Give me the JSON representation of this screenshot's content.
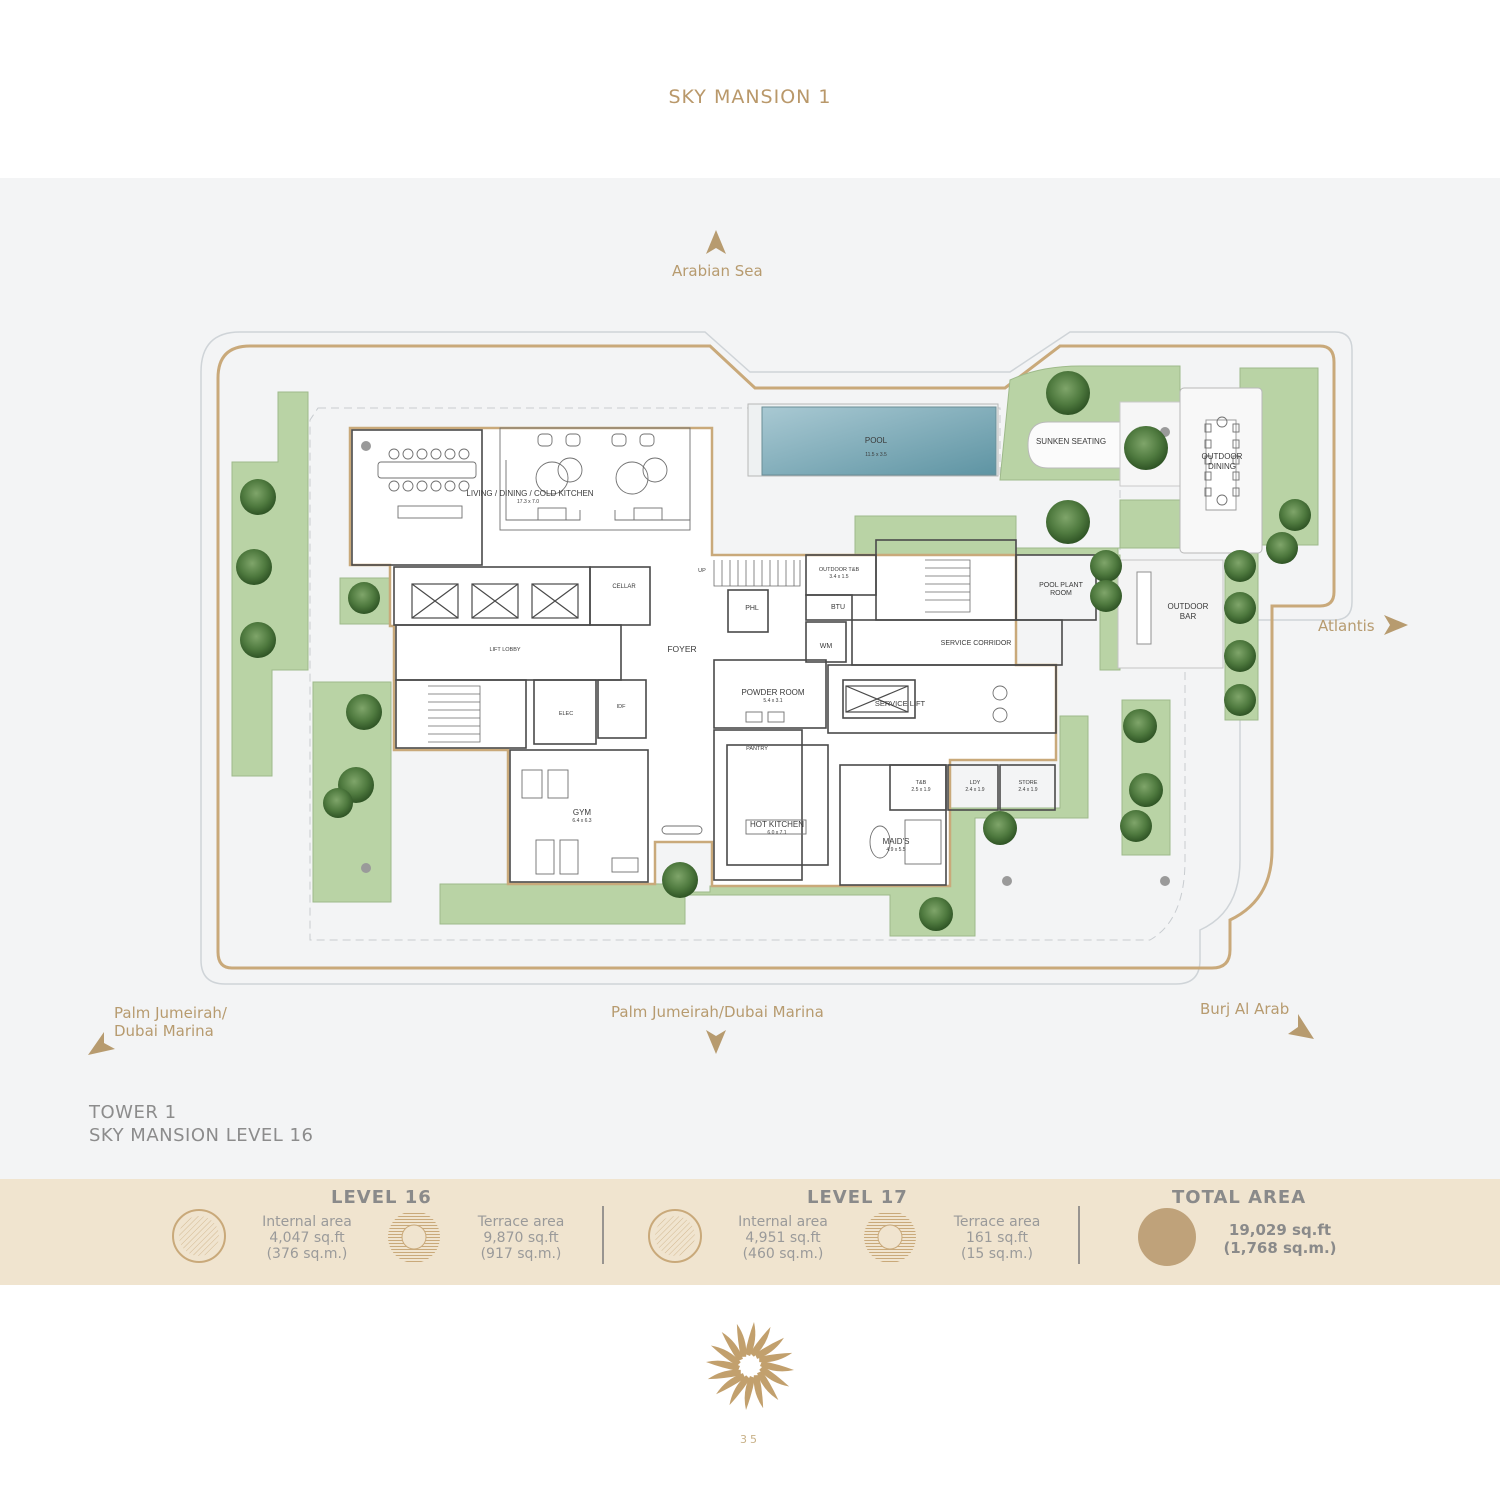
{
  "page": {
    "title": "SKY MANSION 1",
    "page_number": "35",
    "accent_color": "#b79b6f",
    "band_color": "#f0e4cf"
  },
  "directions": {
    "north": "Arabian Sea",
    "east": "Atlantis",
    "south": "Palm Jumeirah/Dubai Marina",
    "southwest_line1": "Palm Jumeirah/",
    "southwest_line2": "Dubai Marina",
    "southeast": "Burj Al Arab"
  },
  "tower": {
    "line1": "TOWER 1",
    "line2": "SKY MANSION LEVEL 16"
  },
  "rooms": {
    "living": "LIVING / DINING / COLD KITCHEN",
    "living_dim": "17.3 x 7.0",
    "pool": "POOL",
    "pool_dim": "11.5 x 3.5",
    "sunken": "SUNKEN SEATING",
    "outdoor_dining_1": "OUTDOOR",
    "outdoor_dining_2": "DINING",
    "outdoor_bar_1": "OUTDOOR",
    "outdoor_bar_2": "BAR",
    "pool_plant_1": "POOL PLANT",
    "pool_plant_2": "ROOM",
    "outdoor_tb": "OUTDOOR T&B",
    "outdoor_tb_dim": "3.4 x 1.5",
    "btu": "BTU",
    "phl": "PHL",
    "wm": "WM",
    "cellar": "CELLAR",
    "up": "UP",
    "foyer": "FOYER",
    "lift_lobby": "LIFT LOBBY",
    "elec": "ELEC",
    "idf": "IDF",
    "service_corridor": "SERVICE CORRIDOR",
    "service_lift": "SERVICE LIFT",
    "powder": "POWDER ROOM",
    "powder_dim": "5.4 x 3.1",
    "pantry": "PANTRY",
    "hot_kitchen": "HOT KITCHEN",
    "hot_kitchen_dim": "6.0 x 7.1",
    "gym": "GYM",
    "gym_dim": "6.4 x 6.3",
    "maids": "MAID'S",
    "maids_dim": "4.9 x 5.5",
    "tb": "T&B",
    "tb_dim": "2.5 x 1.9",
    "ldy": "LDY",
    "ldy_dim": "2.4 x 1.9",
    "store": "STORE",
    "store_dim": "2.4 x 1.9"
  },
  "levels": {
    "level16": {
      "heading": "LEVEL 16",
      "internal_label": "Internal area",
      "internal_sqft": "4,047 sq.ft",
      "internal_sqm": "(376 sq.m.)",
      "terrace_label": "Terrace area",
      "terrace_sqft": "9,870 sq.ft",
      "terrace_sqm": "(917 sq.m.)"
    },
    "level17": {
      "heading": "LEVEL 17",
      "internal_label": "Internal area",
      "internal_sqft": "4,951 sq.ft",
      "internal_sqm": "(460 sq.m.)",
      "terrace_label": "Terrace area",
      "terrace_sqft": "161 sq.ft",
      "terrace_sqm": "(15 sq.m.)"
    },
    "total": {
      "heading": "TOTAL AREA",
      "sqft": "19,029 sq.ft",
      "sqm": "(1,768 sq.m.)"
    }
  }
}
